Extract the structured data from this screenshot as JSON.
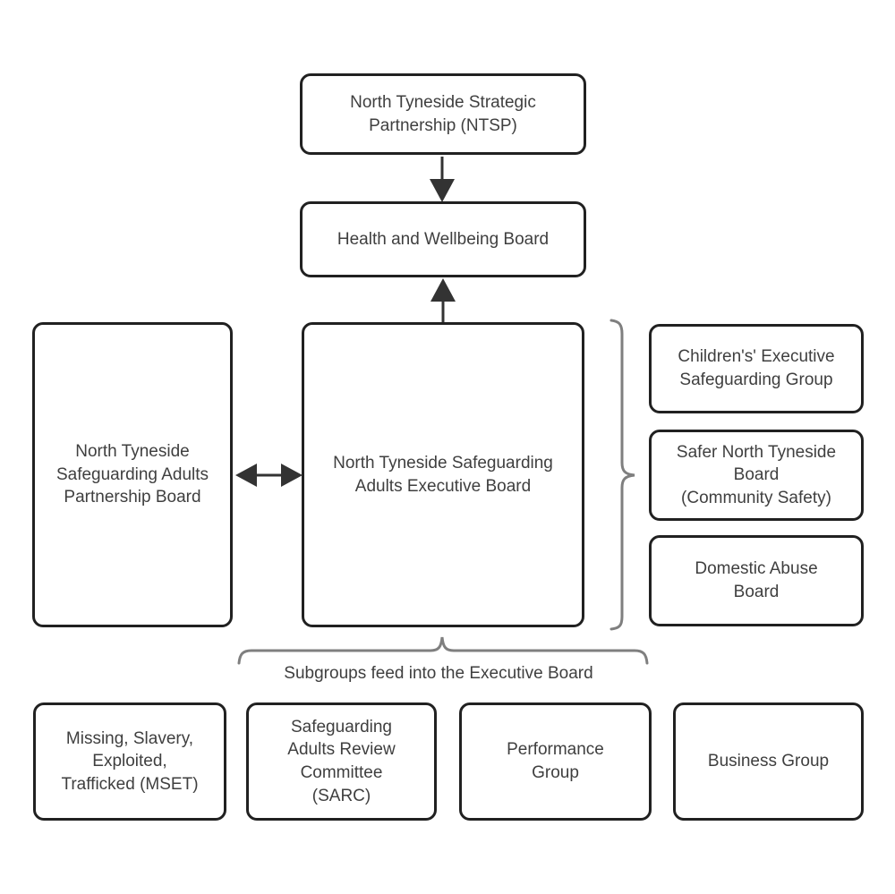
{
  "nodes": {
    "ntsp": "North Tyneside Strategic\nPartnership (NTSP)",
    "hwb": "Health and Wellbeing Board",
    "partnership": "North Tyneside\nSafeguarding Adults\nPartnership Board",
    "executive": "North Tyneside Safeguarding\nAdults Executive Board",
    "children": "Children's' Executive\nSafeguarding Group",
    "safer": "Safer North Tyneside\nBoard\n(Community Safety)",
    "domestic": "Domestic Abuse\nBoard",
    "mset": "Missing, Slavery,\nExploited,\nTrafficked (MSET)",
    "sarc": "Safeguarding\nAdults Review\nCommittee\n(SARC)",
    "performance": "Performance\nGroup",
    "business": "Business Group"
  },
  "caption": "Subgroups feed into the Executive Board",
  "colors": {
    "background": "#ffffff",
    "box_border": "#212121",
    "text": "#3f3f3f",
    "arrow": "#333333",
    "brace": "#7f7f7f"
  }
}
